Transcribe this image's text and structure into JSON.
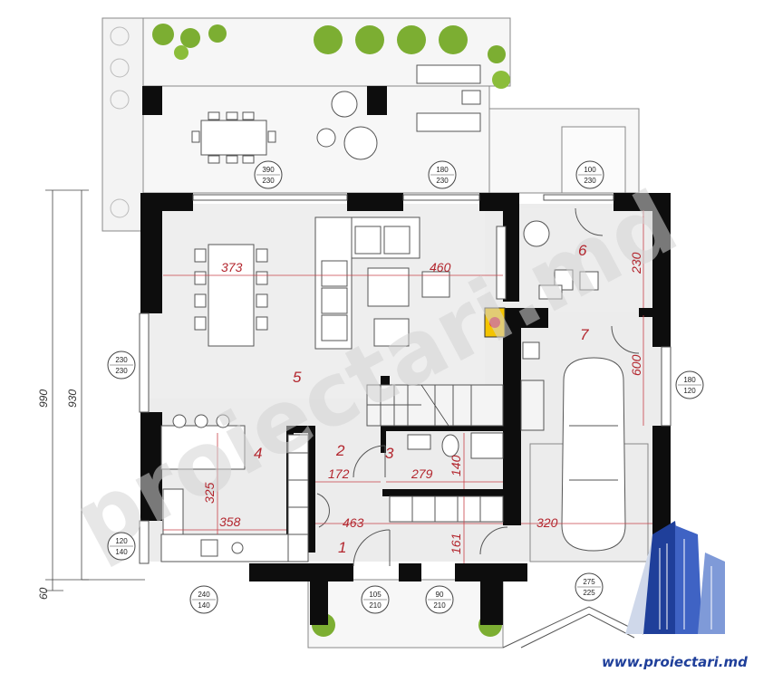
{
  "watermark": "proiectari.md",
  "brand": "www.proiectari.md",
  "colors": {
    "wall": "#0d0d0d",
    "floor": "#ececec",
    "dimension_text": "#b3262e",
    "plant": "#7cae32",
    "fireplace": "#f4c400",
    "logo_blue": "#1f3f9a"
  },
  "rooms": [
    {
      "number": "1"
    },
    {
      "number": "2"
    },
    {
      "number": "3"
    },
    {
      "number": "4"
    },
    {
      "number": "5"
    },
    {
      "number": "6"
    },
    {
      "number": "7"
    }
  ],
  "dimensions": [
    "373",
    "460",
    "230",
    "600",
    "172",
    "279",
    "140",
    "325",
    "358",
    "463",
    "161",
    "320"
  ],
  "overall_dimensions": [
    "990",
    "930",
    "60"
  ],
  "openings": [
    {
      "top": "390",
      "bottom": "230"
    },
    {
      "top": "180",
      "bottom": "230"
    },
    {
      "top": "100",
      "bottom": "230"
    },
    {
      "top": "230",
      "bottom": "230"
    },
    {
      "top": "180",
      "bottom": "120"
    },
    {
      "top": "120",
      "bottom": "140"
    },
    {
      "top": "240",
      "bottom": "140"
    },
    {
      "top": "105",
      "bottom": "210"
    },
    {
      "top": "90",
      "bottom": "210"
    },
    {
      "top": "275",
      "bottom": "225"
    }
  ]
}
